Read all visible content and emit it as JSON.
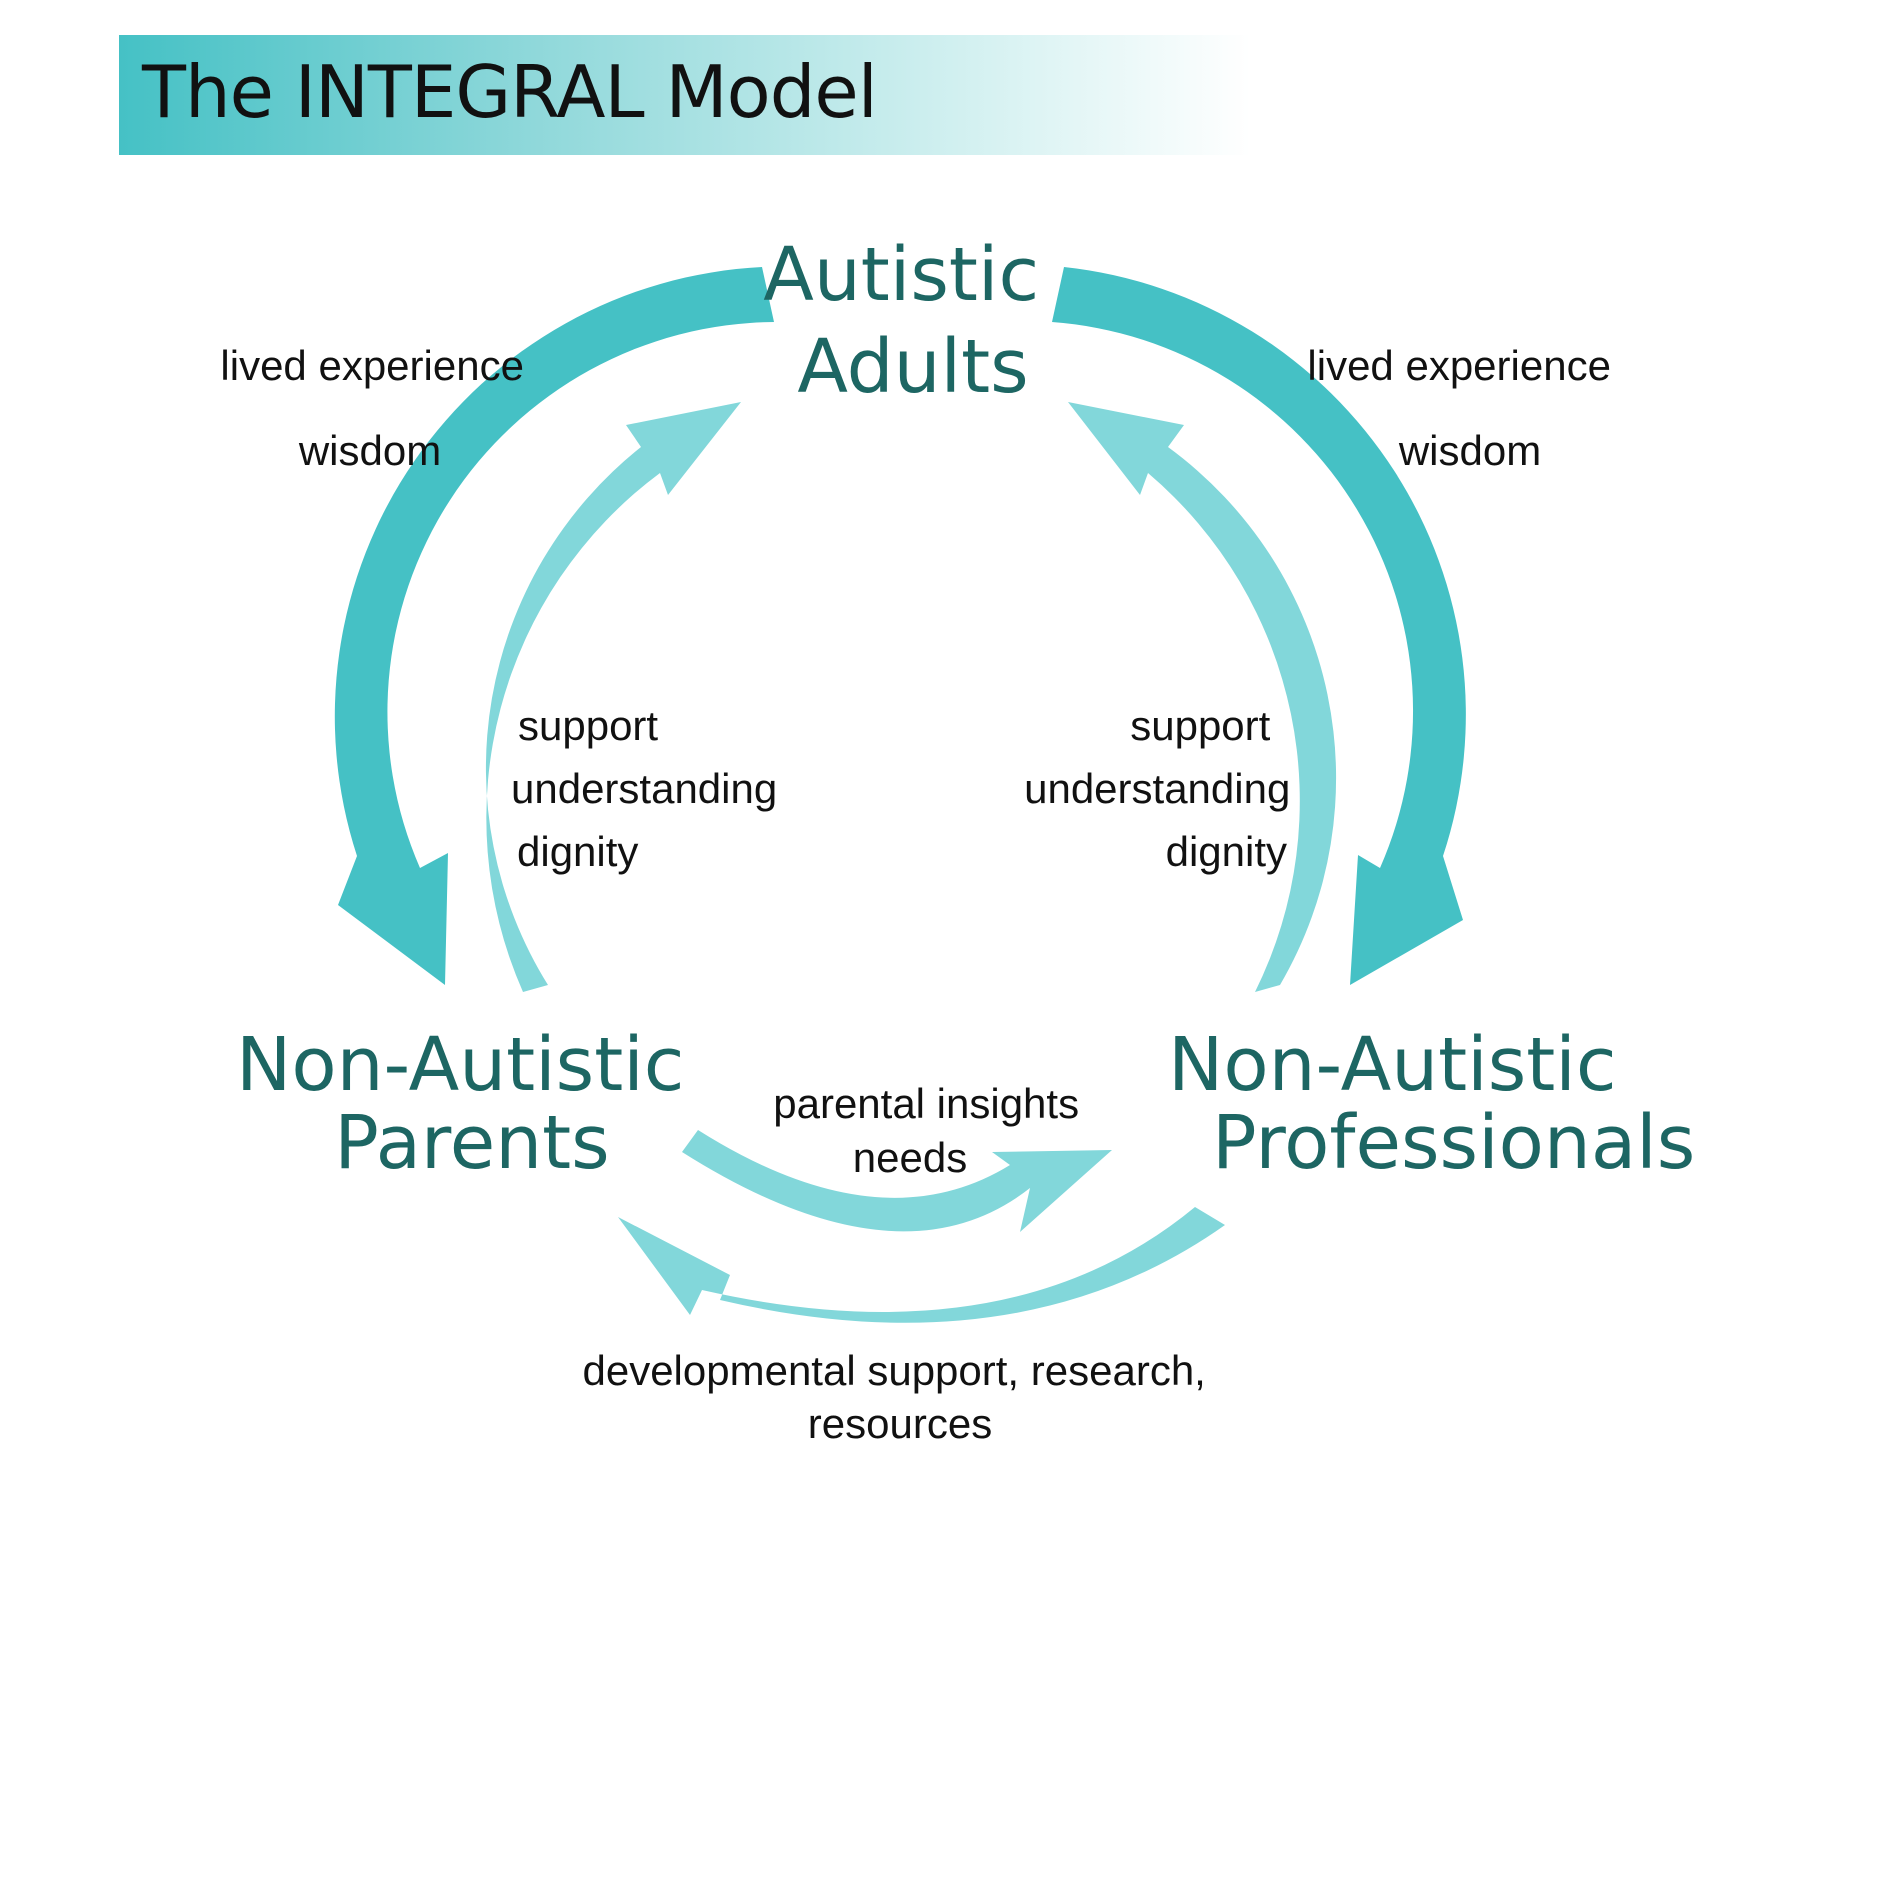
{
  "title": "The INTEGRAL Model",
  "colors": {
    "dark_arrow": "#45c1c5",
    "light_arrow": "#82d7da",
    "node_text": "#1d6663"
  },
  "nodes": {
    "autistic_adults": {
      "line1": "Autistic",
      "line2": "Adults"
    },
    "parents": {
      "line1": "Non-Autistic",
      "line2": "Parents"
    },
    "professionals": {
      "line1": "Non-Autistic",
      "line2": "Professionals"
    }
  },
  "labels": {
    "left_outer": {
      "line1": "lived experience",
      "line2": "wisdom"
    },
    "right_outer": {
      "line1": "lived experience",
      "line2": "wisdom"
    },
    "left_inner": {
      "line1": "support",
      "line2": "understanding",
      "line3": "dignity"
    },
    "right_inner": {
      "line1": "support",
      "line2": "understanding",
      "line3": "dignity"
    },
    "bottom_upper": {
      "line1": "parental insights",
      "line2": "needs"
    },
    "bottom_lower": {
      "line1": "developmental support, research,",
      "line2": "resources"
    }
  }
}
